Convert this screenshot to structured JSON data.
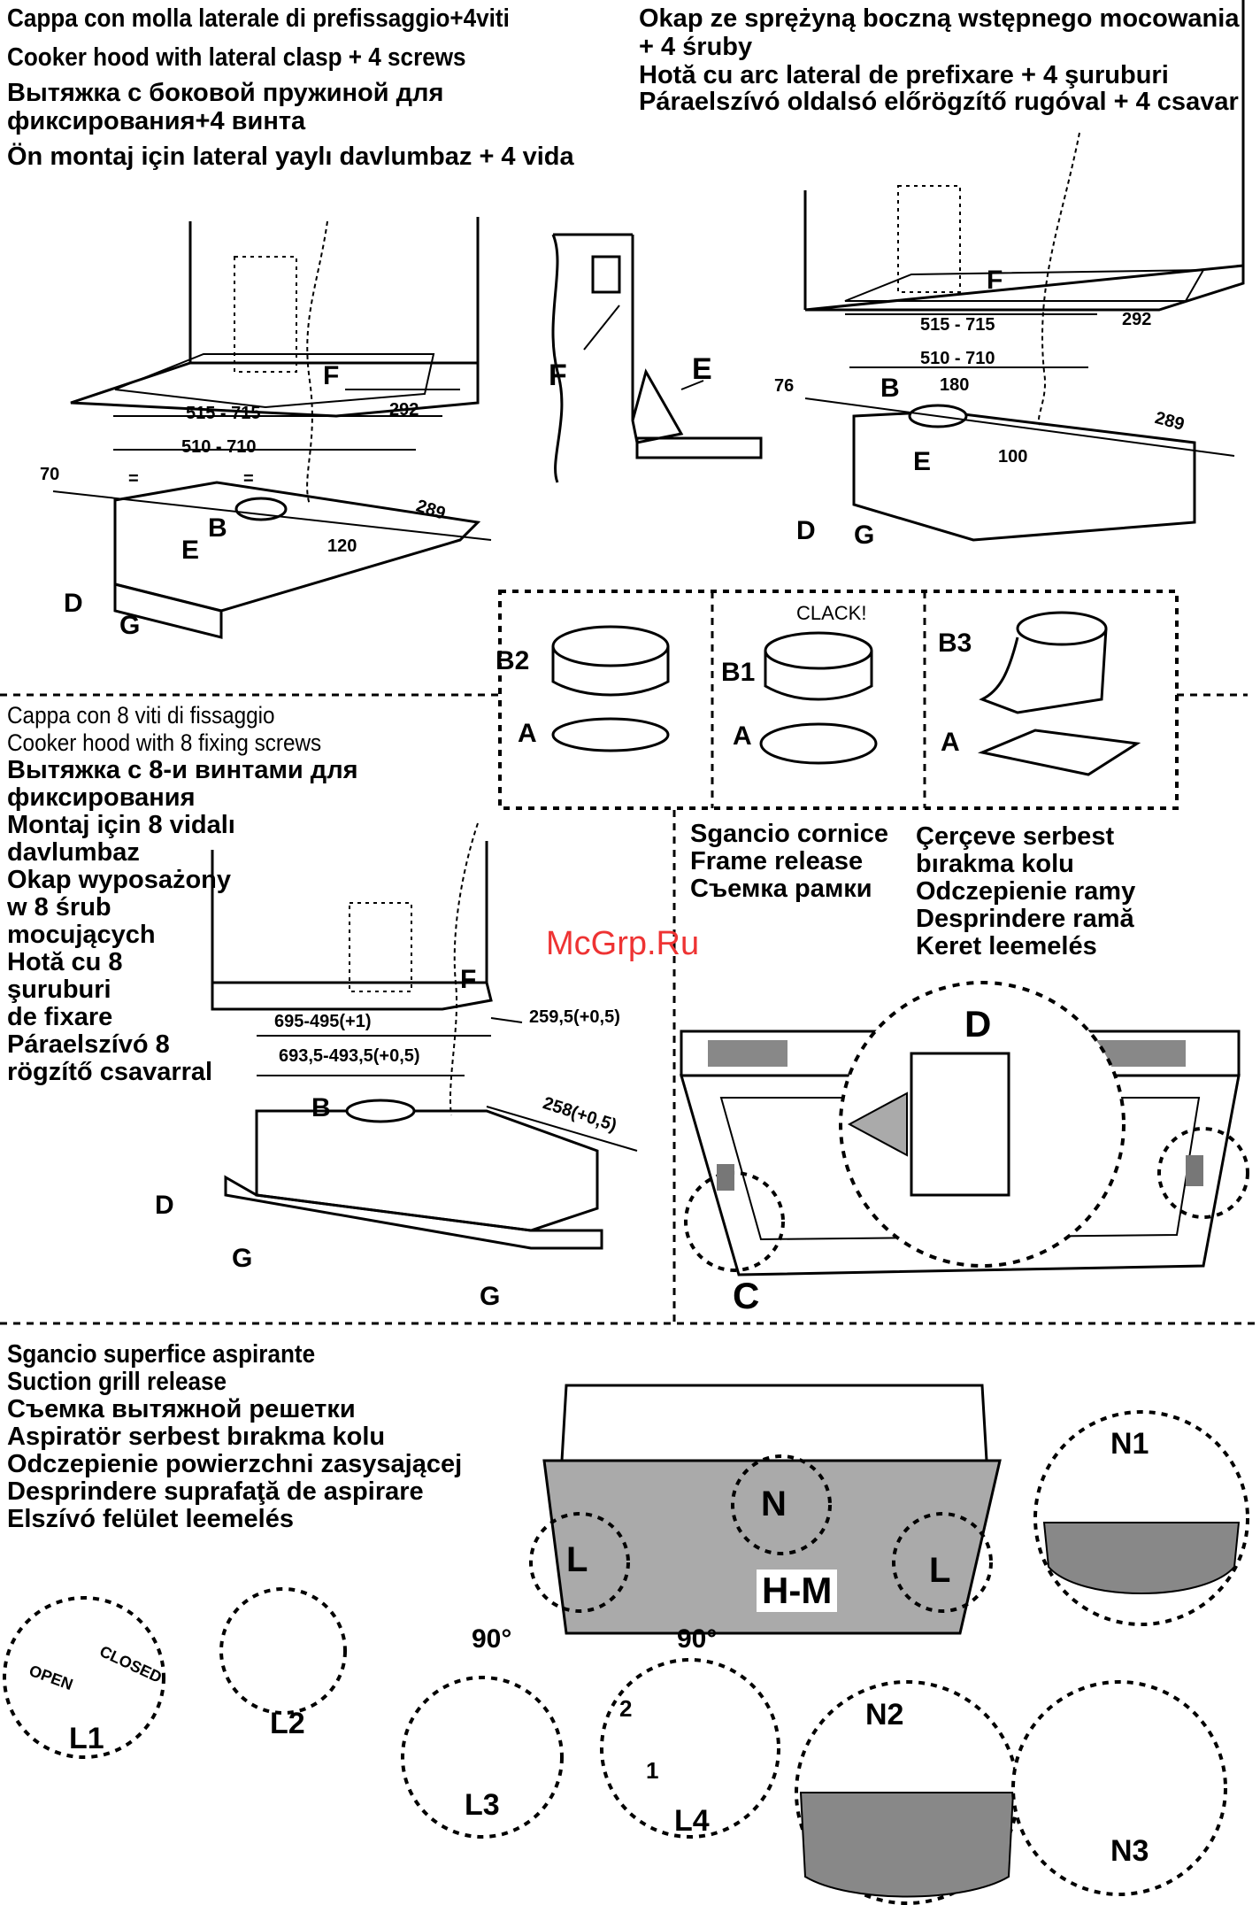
{
  "section1": {
    "title_it": "Cappa con molla laterale di prefissaggio+4viti",
    "title_en": "Cooker hood with lateral clasp + 4 screws",
    "title_ru1": "Вытяжка с боковой пружиной для",
    "title_ru2": "фиксирования+4 винта",
    "title_tr": "Ön montaj için lateral yaylı davlumbaz + 4 vida",
    "title_pl1": "Okap ze sprężyną boczną wstępnego mocowania",
    "title_pl2": "+ 4 śruby",
    "title_ro": "Hotă cu arc lateral de prefixare + 4 şuruburi",
    "title_hu": "Páraelszívó oldalsó előrögzítő rugóval + 4 csavar"
  },
  "left_diagram": {
    "w_outer": "515 - 715",
    "w_inner": "510 - 710",
    "depth_outer": "292",
    "depth_inner": "289",
    "offset": "70",
    "eq1": "=",
    "eq2": "=",
    "gap": "120",
    "F": "F",
    "B": "B",
    "E": "E",
    "D": "D",
    "G": "G"
  },
  "detail_diagram": {
    "F": "F",
    "E": "E"
  },
  "right_diagram": {
    "w_outer": "515 - 715",
    "w_inner": "510 - 710",
    "depth_outer": "292",
    "depth_inner": "289",
    "offset": "76",
    "gap1": "180",
    "gap2": "100",
    "F": "F",
    "B": "B",
    "E": "E",
    "D": "D",
    "G": "G"
  },
  "flange_box": {
    "clack": "CLACK!",
    "B2": "B2",
    "B1": "B1",
    "B3": "B3",
    "A1": "A",
    "A2": "A",
    "A3": "A"
  },
  "section2": {
    "lines": [
      "Cappa con  8 viti di fissaggio",
      "Cooker hood with 8 fixing screws",
      "Вытяжка с 8-и винтами для",
      "фиксирования",
      "Montaj  için 8 vidalı",
      "davlumbaz",
      "Okap wyposażony",
      "w 8 śrub",
      "mocujących",
      "Hotă cu 8",
      "şuruburi",
      "de fixare",
      "Páraelszívó 8",
      "rögzítő csavarral"
    ],
    "dim1": "695-495(+1)",
    "dim2": "693,5-493,5(+0,5)",
    "dim3": "259,5(+0,5)",
    "dim4": "258(+0,5)",
    "F": "F",
    "B": "B",
    "D": "D",
    "G1": "G",
    "G2": "G"
  },
  "frame_release": {
    "col1": [
      "Sgancio cornice",
      "Frame release",
      "Съемка рамки"
    ],
    "col2": [
      "Çerçeve serbest",
      "bırakma kolu",
      "Odczepienie ramy",
      "Desprindere ramă",
      "Keret leemelés"
    ],
    "D": "D",
    "C": "C"
  },
  "watermark": "McGrp.Ru",
  "suction": {
    "lines": [
      "Sgancio superfice aspirante",
      "Suction grill release",
      "Съемка вытяжной решетки",
      "Aspiratör serbest bırakma kolu",
      "Odczepienie powierzchni zasysającej",
      "Desprindere suprafaţă de aspirare",
      "Elszívó felület leemelés"
    ],
    "N": "N",
    "L_left": "L",
    "L_right": "L",
    "HM": "H-M",
    "N1": "N1",
    "N2": "N2",
    "N3": "N3",
    "L1": "L1",
    "L2": "L2",
    "L3": "L3",
    "L4": "L4",
    "open": "OPEN",
    "closed": "CLOSED",
    "deg1": "90°",
    "deg2": "90°",
    "step1": "1",
    "step2": "2"
  }
}
